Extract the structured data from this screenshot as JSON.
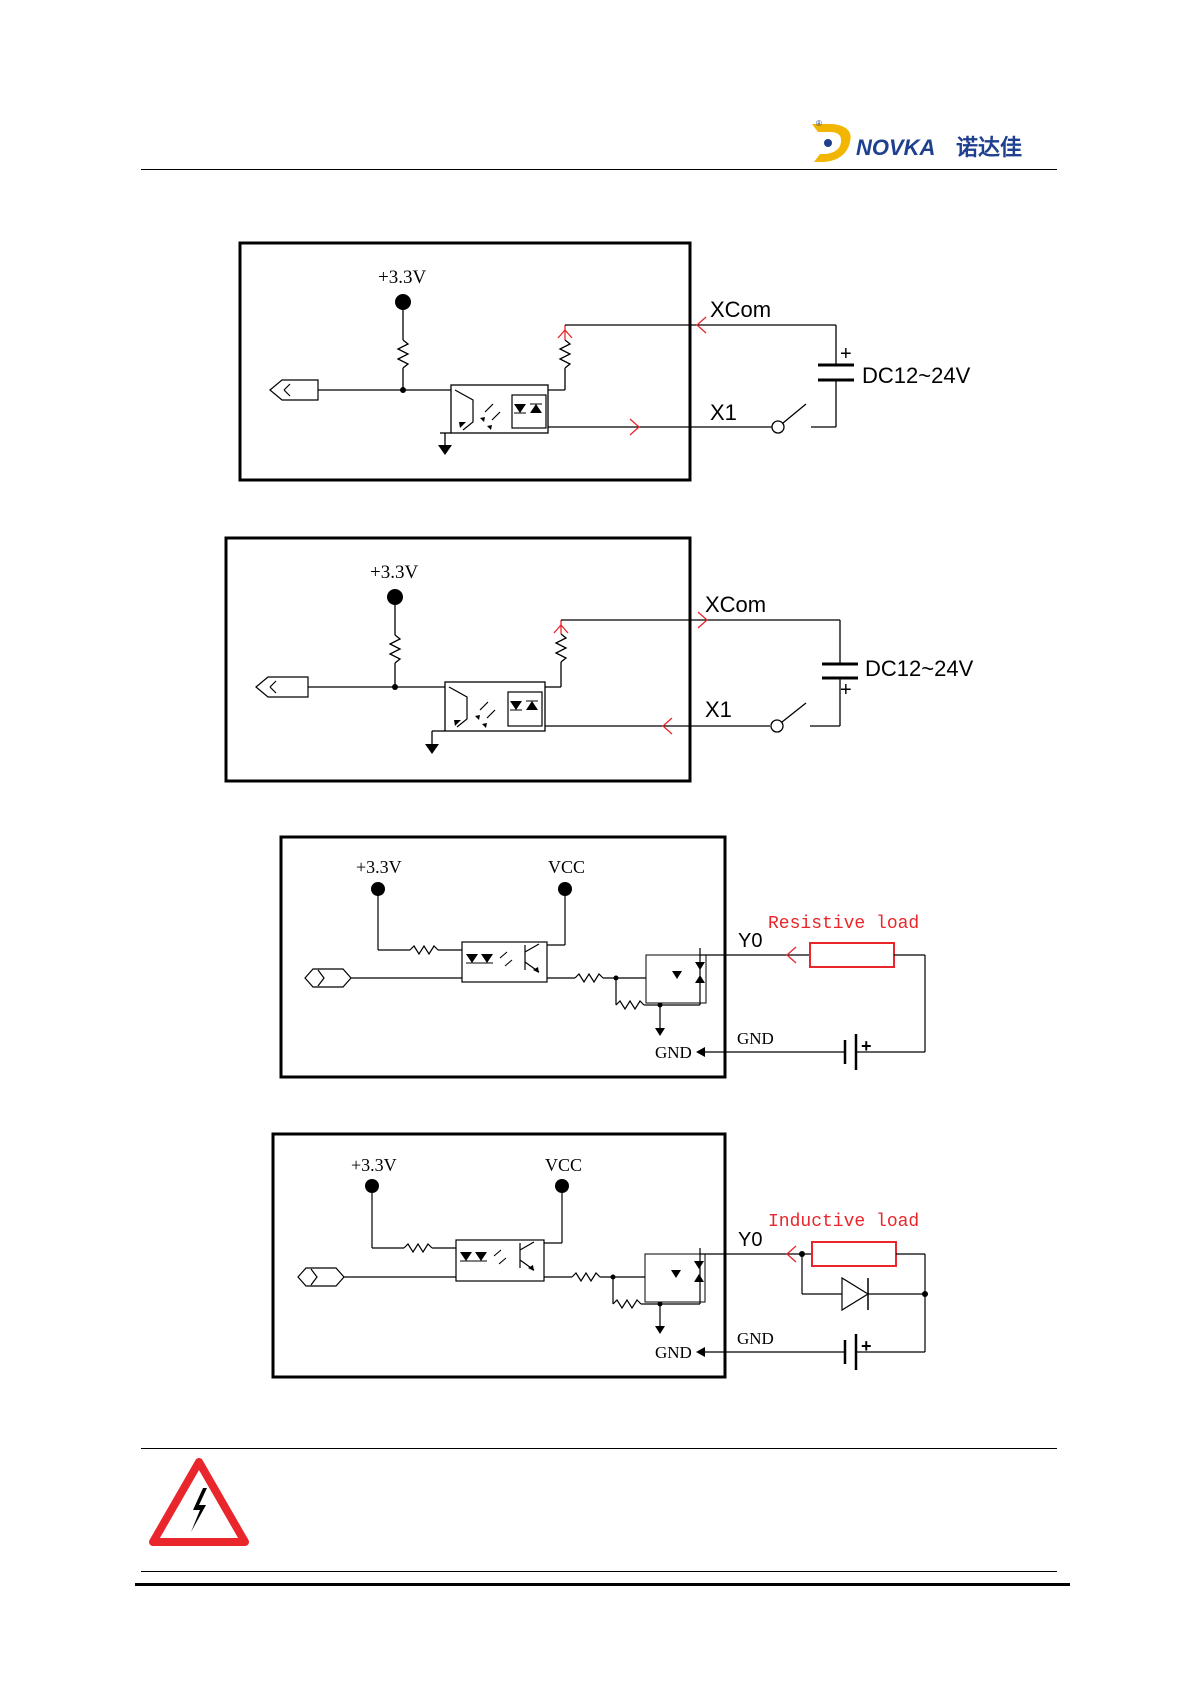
{
  "header": {
    "logo_latin": "NOVKA",
    "logo_cn": "诺达佳",
    "logo_mark": "®"
  },
  "diagrams": [
    {
      "supply_label": "+3.3V",
      "xcom_label": "XCom",
      "x1_label": "X1",
      "source_label": "DC12~24V",
      "plus_sign": "+"
    },
    {
      "supply_label": "+3.3V",
      "xcom_label": "XCom",
      "x1_label": "X1",
      "source_label": "DC12~24V",
      "plus_sign": "+"
    },
    {
      "supply_label": "+3.3V",
      "vcc_label": "VCC",
      "output_label": "Y0",
      "gnd_left_label": "GND",
      "gnd_right_label": "GND",
      "load_label": "Resistive load",
      "plus_sign": "+"
    },
    {
      "supply_label": "+3.3V",
      "vcc_label": "VCC",
      "output_label": "Y0",
      "gnd_left_label": "GND",
      "gnd_right_label": "GND",
      "load_label": "Inductive load",
      "plus_sign": "+"
    }
  ],
  "warning": {
    "icon": "high-voltage-warning-icon"
  },
  "colors": {
    "accent_red": "#e8262b",
    "logo_yellow": "#f2b600",
    "logo_blue": "#1f3f8f"
  }
}
